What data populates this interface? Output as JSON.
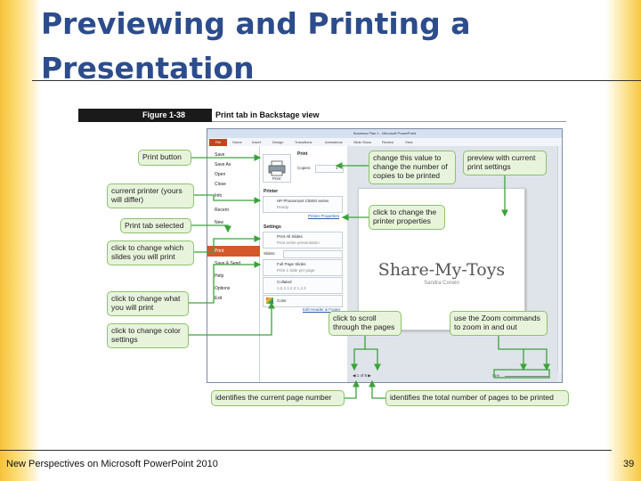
{
  "slide": {
    "title_line1": "Previewing and Printing a",
    "title_line2": "Presentation",
    "footer_left": "New Perspectives on Microsoft PowerPoint 2010",
    "page_number": "39"
  },
  "figure": {
    "number": "Figure 1-38",
    "caption": "Print tab in Backstage view"
  },
  "window": {
    "title": "Business Plan 1 - Microsoft PowerPoint",
    "ribbon_tabs": [
      "File",
      "Home",
      "Insert",
      "Design",
      "Transitions",
      "Animations",
      "Slide Show",
      "Review",
      "View"
    ],
    "nav_items": [
      "Save",
      "Save As",
      "Open",
      "Close",
      "Info",
      "Recent",
      "New",
      "Print",
      "Save & Send",
      "Help",
      "Options",
      "Exit"
    ],
    "print_heading": "Print",
    "copies_label": "Copies:",
    "copies_value": "1",
    "print_button": "Print",
    "printer_heading": "Printer",
    "printer_name": "HP Photosmart C5500 series",
    "printer_status": "Ready",
    "printer_properties": "Printer Properties",
    "settings_heading": "Settings",
    "setting_slides": "Print All Slides",
    "setting_slides_sub": "Print entire presentation",
    "slides_label": "Slides:",
    "setting_layout": "Full Page Slides",
    "setting_layout_sub": "Print 1 slide per page",
    "setting_collate": "Collated",
    "setting_collate_sub": "1,2,3   1,2,3   1,2,3",
    "setting_color": "Color",
    "edit_header_footer": "Edit Header & Footer",
    "preview_title": "Share-My-Toys",
    "preview_subtitle": "Sandra Corwin",
    "page_nav": "◀  1    of 8  ▶",
    "zoom_level": "51%"
  },
  "callouts": {
    "print_button": "Print button",
    "current_printer": "current printer (yours will differ)",
    "print_tab_selected": "Print tab selected",
    "which_slides": "click to change which slides you will print",
    "what_you_print": "click to change what you will print",
    "color_settings": "click to change color settings",
    "copies": "change this value to change the number of copies to be printed",
    "preview_settings": "preview with current print settings",
    "printer_properties": "click to change the printer properties",
    "scroll_pages": "click to scroll through the pages",
    "zoom": "use the Zoom commands to zoom in and out",
    "current_page": "identifies the current page number",
    "total_pages": "identifies the total number of pages to be printed"
  },
  "colors": {
    "title": "#2c4c8c",
    "callout_fill": "#e8f3dc",
    "callout_border": "#8cc26a",
    "arrow": "#3aa33a",
    "file_tab": "#c8421e"
  }
}
